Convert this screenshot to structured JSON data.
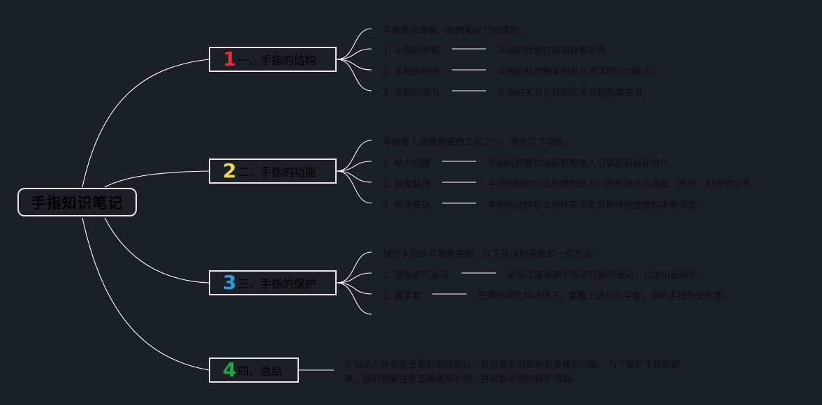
{
  "root": {
    "label": "手指知识笔记"
  },
  "colors": {
    "line": "#ffffff",
    "num1": "#e22b34",
    "num2": "#f2d74e",
    "num3": "#2e9ad8",
    "num4": "#23a845"
  },
  "branches": [
    {
      "num": "1",
      "label": "一、手指的结构",
      "intro": "手指是由骨骼、肌肉和关节组成的。",
      "items": [
        {
          "title": "1. 手指的骨骼",
          "desc": "手指的骨骼包括指骨和掌骨。"
        },
        {
          "title": "2. 手指的肌肉",
          "desc": "手指的肌肉使手指具有灵活的运动能力。"
        },
        {
          "title": "3. 手指的关节",
          "desc": "手指的关节包括指间关节和指掌关节。"
        }
      ]
    },
    {
      "num": "2",
      "label": "二、手指的功能",
      "intro": "手指是人类最重要的工具之一，具有以下功能：",
      "items": [
        {
          "title": "1. 助力抓握",
          "desc": "手指的抓握功能能够帮助人们拿起和握住物体。"
        },
        {
          "title": "2. 探索触觉",
          "desc": "手指的触觉功能能够帮助人们感知物体的温度、形状、材质等信息。"
        },
        {
          "title": "3. 指语表达",
          "desc": "手指的动作可以用作表达意思和传递信息的手势语言。"
        }
      ]
    },
    {
      "num": "3",
      "label": "三、手指的保护",
      "intro": "保护手指是非常重要的，以下是保护手指的一些方法：",
      "items": [
        {
          "title": "1. 避免剧烈运动",
          "desc": "避免过度使用手指进行剧烈运动，以免引起损伤。"
        },
        {
          "title": "2. 戴手套",
          "desc": "在寒冷或危险环境下，要戴上适合的手套，保护手指免受伤害。"
        }
      ]
    },
    {
      "num": "4",
      "label": "四、总结",
      "summary": "手指是人体非常重要的组成部分，具有复杂的结构和多样的功能。为了保护手指的健康，我们需要注意正确使用手指，并采取适当的保护措施。"
    }
  ]
}
